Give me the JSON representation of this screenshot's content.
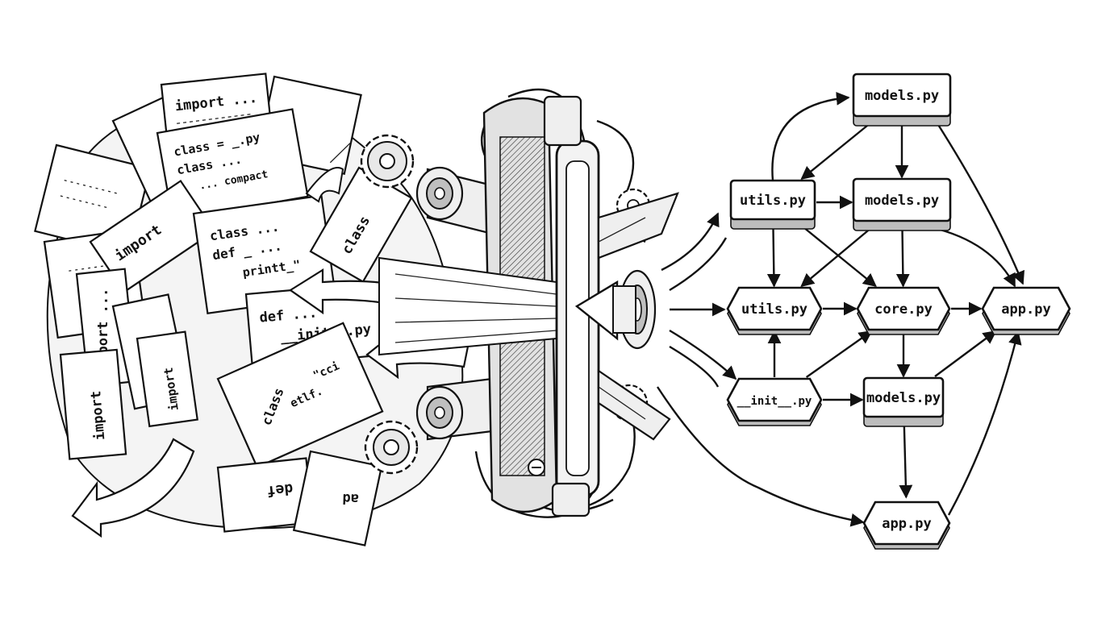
{
  "paper_snippets": [
    {
      "id": "p1",
      "text": "import ..."
    },
    {
      "id": "p2",
      "text": "class = _.py"
    },
    {
      "id": "p3",
      "text": "class ..."
    },
    {
      "id": "p4",
      "text": "... compact"
    },
    {
      "id": "p5",
      "text": "import"
    },
    {
      "id": "p6",
      "text": "class ..."
    },
    {
      "id": "p7",
      "text": "def _ ..."
    },
    {
      "id": "p8",
      "text": "printt_\""
    },
    {
      "id": "p9",
      "text": "class"
    },
    {
      "id": "p10",
      "text": "import ..."
    },
    {
      "id": "p11",
      "text": "def ..."
    },
    {
      "id": "p12",
      "text": "__init__.py"
    },
    {
      "id": "p13",
      "text": "import"
    },
    {
      "id": "p14",
      "text": "import"
    },
    {
      "id": "p15",
      "text": "import"
    },
    {
      "id": "p16",
      "text": "class"
    },
    {
      "id": "p17",
      "text": "etlf."
    },
    {
      "id": "p18",
      "text": "\"cci"
    },
    {
      "id": "p19",
      "text": "def"
    },
    {
      "id": "p20",
      "text": "ad"
    }
  ],
  "graph": {
    "nodes": [
      {
        "id": "models_top",
        "label": "models.py",
        "shape": "rect"
      },
      {
        "id": "utils_a",
        "label": "utils.py",
        "shape": "rect"
      },
      {
        "id": "models_mid",
        "label": "models.py",
        "shape": "rect"
      },
      {
        "id": "utils_b",
        "label": "utils.py",
        "shape": "hex"
      },
      {
        "id": "core",
        "label": "core.py",
        "shape": "hex"
      },
      {
        "id": "app_right",
        "label": "app.py",
        "shape": "hex"
      },
      {
        "id": "init",
        "label": "__init__.py",
        "shape": "hex"
      },
      {
        "id": "models_low",
        "label": "models.py",
        "shape": "rect"
      },
      {
        "id": "app_bottom",
        "label": "app.py",
        "shape": "hex"
      }
    ],
    "edges": [
      [
        "utils_a",
        "models_top"
      ],
      [
        "models_top",
        "utils_a"
      ],
      [
        "models_top",
        "models_mid"
      ],
      [
        "models_top",
        "app_right"
      ],
      [
        "utils_a",
        "models_mid"
      ],
      [
        "utils_a",
        "utils_b"
      ],
      [
        "utils_a",
        "core"
      ],
      [
        "models_mid",
        "utils_b"
      ],
      [
        "models_mid",
        "core"
      ],
      [
        "models_mid",
        "app_right"
      ],
      [
        "utils_b",
        "core"
      ],
      [
        "core",
        "app_right"
      ],
      [
        "core",
        "models_low"
      ],
      [
        "init",
        "utils_b"
      ],
      [
        "init",
        "core"
      ],
      [
        "init",
        "models_low"
      ],
      [
        "models_low",
        "app_right"
      ],
      [
        "models_low",
        "app_bottom"
      ],
      [
        "app_bottom",
        "app_right"
      ]
    ]
  }
}
